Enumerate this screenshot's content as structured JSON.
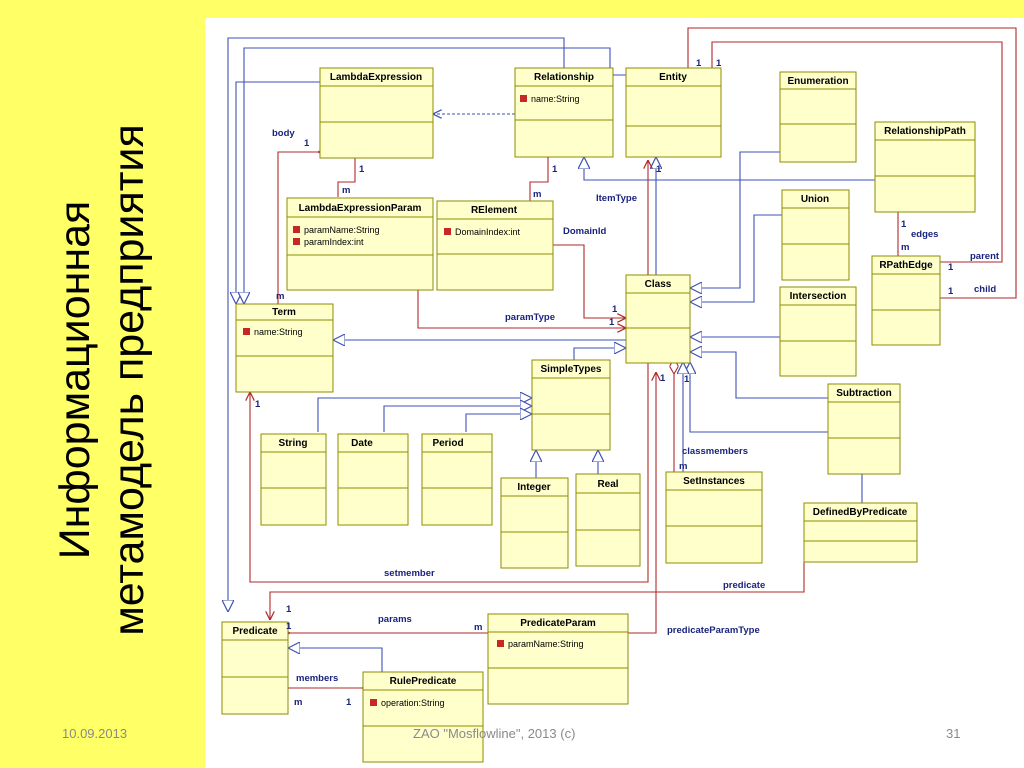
{
  "slide": {
    "title_line1": "Информационная",
    "title_line2": "метамодель предприятия",
    "footer_date": "10.09.2013",
    "footer_company": "ZAO \"Mosflowline\", 2013 (c)",
    "footer_page": "31"
  },
  "classes": {
    "lambda": {
      "name": "LambdaExpression"
    },
    "relationship": {
      "name": "Relationship",
      "attr1": "name:String"
    },
    "entity": {
      "name": "Entity"
    },
    "enumeration": {
      "name": "Enumeration"
    },
    "rpath": {
      "name": "RelationshipPath"
    },
    "lparam": {
      "name": "LambdaExpressionParam",
      "attr1": "paramName:String",
      "attr2": "paramIndex:int"
    },
    "relement": {
      "name": "RElement",
      "attr1": "DomainIndex:int"
    },
    "union": {
      "name": "Union"
    },
    "rpathedge": {
      "name": "RPathEdge"
    },
    "class": {
      "name": "Class"
    },
    "intersection": {
      "name": "Intersection"
    },
    "term": {
      "name": "Term",
      "attr1": "name:String"
    },
    "simpletypes": {
      "name": "SimpleTypes"
    },
    "subtraction": {
      "name": "Subtraction"
    },
    "string": {
      "name": "String"
    },
    "date": {
      "name": "Date"
    },
    "period": {
      "name": "Period"
    },
    "integer": {
      "name": "Integer"
    },
    "real": {
      "name": "Real"
    },
    "setinstances": {
      "name": "SetInstances"
    },
    "definedbypredicate": {
      "name": "DefinedByPredicate"
    },
    "predicateparam": {
      "name": "PredicateParam",
      "attr1": "paramName:String"
    },
    "predicate": {
      "name": "Predicate"
    },
    "rulepredicate": {
      "name": "RulePredicate",
      "attr1": "operation:String"
    }
  },
  "labels": {
    "body": "body",
    "item_type": "ItemType",
    "domain_id": "DomainId",
    "edges": "edges",
    "parent": "parent",
    "child": "child",
    "param_type": "paramType",
    "classmembers": "classmembers",
    "setmember": "setmember",
    "predicate": "predicate",
    "params": "params",
    "predicate_param_type": "predicateParamType",
    "members": "members"
  },
  "mult": {
    "one": "1",
    "many": "m"
  },
  "colors": {
    "background": "#ffff66",
    "class_fill": "#ffffcc",
    "class_border": "#8c8c00",
    "generalization": "#3f51b5",
    "association": "#b02a2a",
    "label": "#1a237e"
  }
}
